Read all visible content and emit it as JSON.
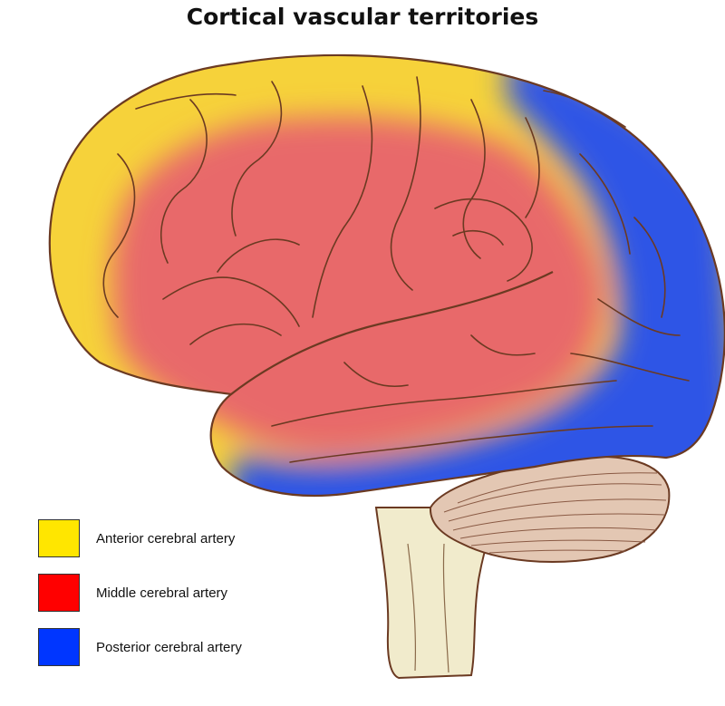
{
  "title": "Cortical vascular territories",
  "legend": [
    {
      "label": "Anterior cerebral artery",
      "color": "#ffe600"
    },
    {
      "label": "Middle cerebral artery",
      "color": "#ff0000"
    },
    {
      "label": "Posterior cerebral artery",
      "color": "#0036ff"
    }
  ],
  "colors": {
    "anterior_territory": "#f6d23a",
    "middle_territory": "#e8696b",
    "posterior_territory": "#2f55e6",
    "brainstem": "#f1ebcc",
    "cerebellum": "#e3c7b3",
    "outline": "#6b3a22"
  }
}
